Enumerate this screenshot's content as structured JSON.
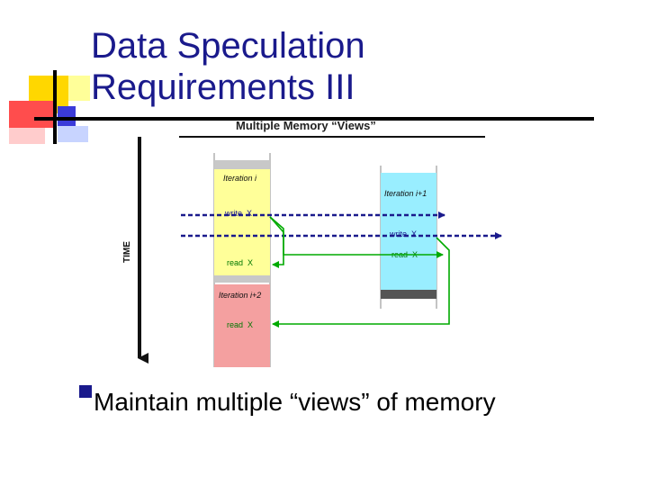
{
  "slide": {
    "title_line1": "Data Speculation",
    "title_line2": "Requirements III",
    "bullet": "Maintain multiple “views” of memory"
  },
  "diagram": {
    "caption": "Multiple Memory “Views”",
    "time_label": "TIME",
    "iter_i": {
      "label": "Iteration i",
      "write": "write  X",
      "read": "read  X"
    },
    "iter_i1": {
      "label": "Iteration i+1",
      "write": "write  X",
      "read": "read  X"
    },
    "iter_i2": {
      "label": "Iteration i+2",
      "read": "read  X"
    }
  },
  "colors": {
    "title": "#1a1a8c",
    "block_yellow": "#ffff99",
    "block_cyan": "#99eeff",
    "block_pink": "#f4a0a0",
    "block_gray": "#c8c8c8",
    "dashed_arrow": "#1a1a8c",
    "forward_arrow": "#00aa00",
    "deco_yellow": "#ffd700",
    "deco_red": "#ff4d4d",
    "deco_blue": "#3b3bd9",
    "deco_pale_blue": "#c8d4ff",
    "deco_pink": "#ffcccc",
    "deco_pale_yellow": "#ffff99"
  }
}
